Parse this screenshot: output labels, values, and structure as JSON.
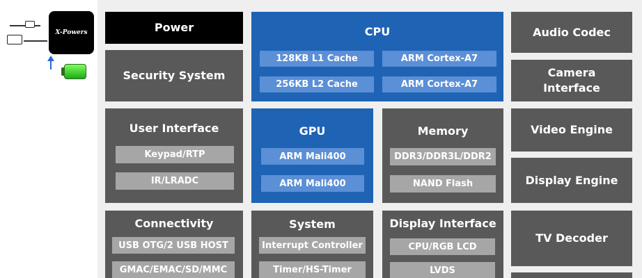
{
  "device": {
    "logo_text": "X-Powers",
    "plug_icon": "power-plug-icon",
    "battery_icon": "battery-icon"
  },
  "blocks": {
    "power": {
      "title": "Power"
    },
    "security": {
      "title": "Security System"
    },
    "cpu": {
      "title": "CPU",
      "items": [
        "128KB L1 Cache",
        "ARM Cortex-A7",
        "256KB L2 Cache",
        "ARM Cortex-A7"
      ]
    },
    "audio": {
      "title": "Audio Codec"
    },
    "camera": {
      "title": "Camera Interface"
    },
    "user_interface": {
      "title": "User Interface",
      "items": [
        "Keypad/RTP",
        "IR/LRADC"
      ]
    },
    "gpu": {
      "title": "GPU",
      "items": [
        "ARM Mali400",
        "ARM Mali400"
      ]
    },
    "memory": {
      "title": "Memory",
      "items": [
        "DDR3/DDR3L/DDR2",
        "NAND Flash"
      ]
    },
    "video_engine": {
      "title": "Video Engine"
    },
    "display_engine": {
      "title": "Display Engine"
    },
    "connectivity": {
      "title": "Connectivity",
      "items": [
        "USB OTG/2 USB HOST",
        "GMAC/EMAC/SD/MMC"
      ]
    },
    "system": {
      "title": "System",
      "items": [
        "Interrupt Controller",
        "Timer/HS-Timer"
      ]
    },
    "display_interface": {
      "title": "Display Interface",
      "items": [
        "CPU/RGB LCD",
        "LVDS"
      ]
    },
    "tv_decoder": {
      "title": "TV Decoder"
    }
  },
  "colors": {
    "dark_block": "#595959",
    "blue_block": "#1f63b5",
    "gray_item": "#a6a6a6",
    "blue_item": "#5b8fd6",
    "background": "#efefef"
  }
}
